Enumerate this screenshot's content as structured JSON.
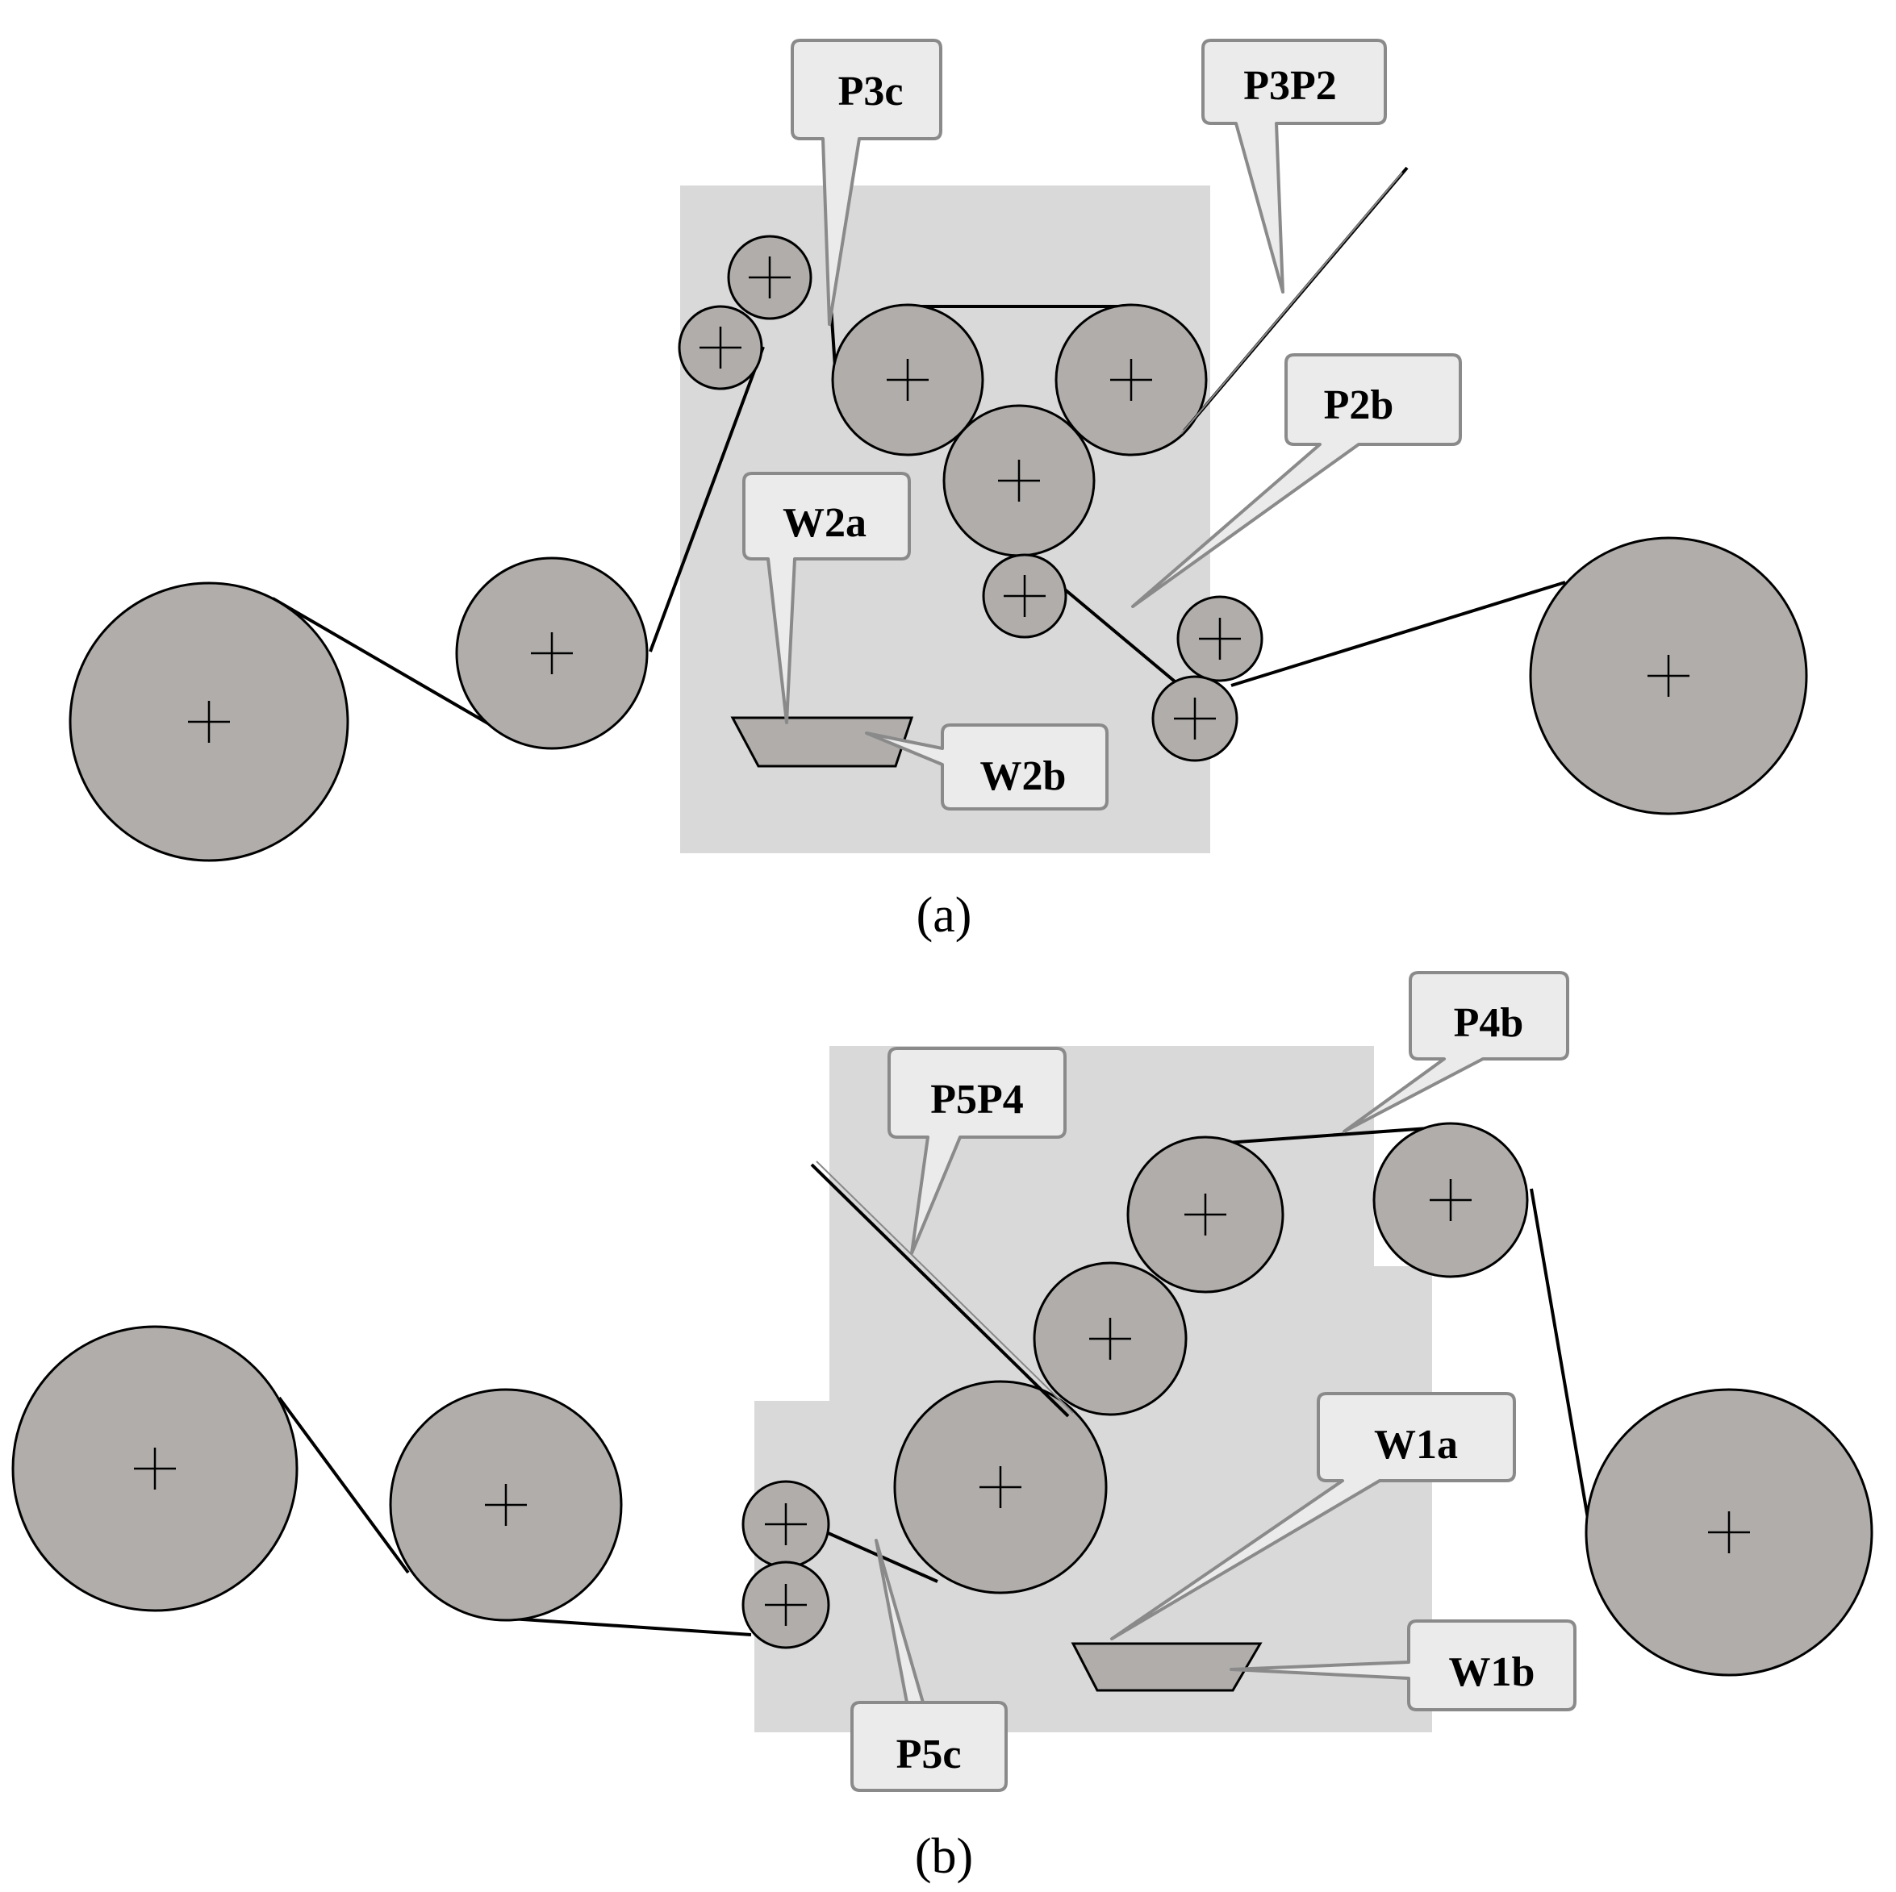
{
  "panels": {
    "a": {
      "caption": "(a)",
      "labels": {
        "p3c": "P3c",
        "p3p2": "P3P2",
        "p2b": "P2b",
        "w2a": "W2a",
        "w2b": "W2b"
      }
    },
    "b": {
      "caption": "(b)",
      "labels": {
        "p5p4": "P5P4",
        "p4b": "P4b",
        "w1a": "W1a",
        "w1b": "W1b",
        "p5c": "P5c"
      }
    }
  },
  "colors": {
    "roller_fill": "#b0adab",
    "zone_fill": "#d9d9d9",
    "callout_fill": "#ebebeb",
    "callout_border": "#8a8a8a"
  },
  "icons": [
    "roller-center-cross-icon"
  ]
}
